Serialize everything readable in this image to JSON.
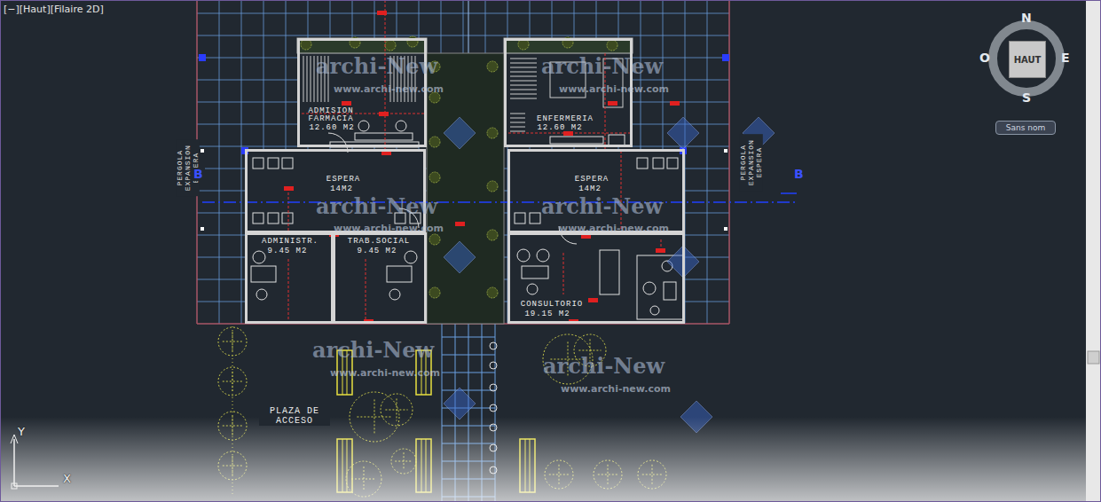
{
  "diagram": {
    "nodes": [
      {
        "text": [
          "ADMISION FARMACIA",
          "12.60 M2"
        ]
      },
      {
        "text": [
          "ENFERMERIA",
          "12.60 M2"
        ]
      },
      {
        "text": [
          "HAUT"
        ]
      },
      {
        "text": [
          "Sans nom"
        ]
      },
      {
        "text": [
          "ESPERA",
          "14M2"
        ]
      },
      {
        "text": [
          "ESPERA",
          "14M2"
        ]
      },
      {
        "text": [
          "ADMINISTR.",
          "9.45 M2"
        ]
      },
      {
        "text": [
          "TRAB.SOCIAL",
          "9.45 M2"
        ]
      },
      {
        "text": [
          "CONSULTORIO",
          "19.15 M2"
        ]
      }
    ],
    "labels": [
      "[−][Haut][Filaire 2D]",
      "N",
      "O",
      "E",
      "S",
      "PERGOLA EXPANSION ESPERA",
      "B",
      "PERGOLA EXPANSION ESPERA",
      "B",
      "PLAZA DE ACCESO",
      "Y",
      "X",
      "archi-New",
      "www.archi-new.com",
      "archi-New",
      "www.archi-new.com",
      "archi-New",
      "www.archi-new.com",
      "archi-New",
      "www.archi-new.com",
      "archi-New",
      "www.archi-new.com",
      "archi-New",
      "www.archi-new.com"
    ]
  }
}
